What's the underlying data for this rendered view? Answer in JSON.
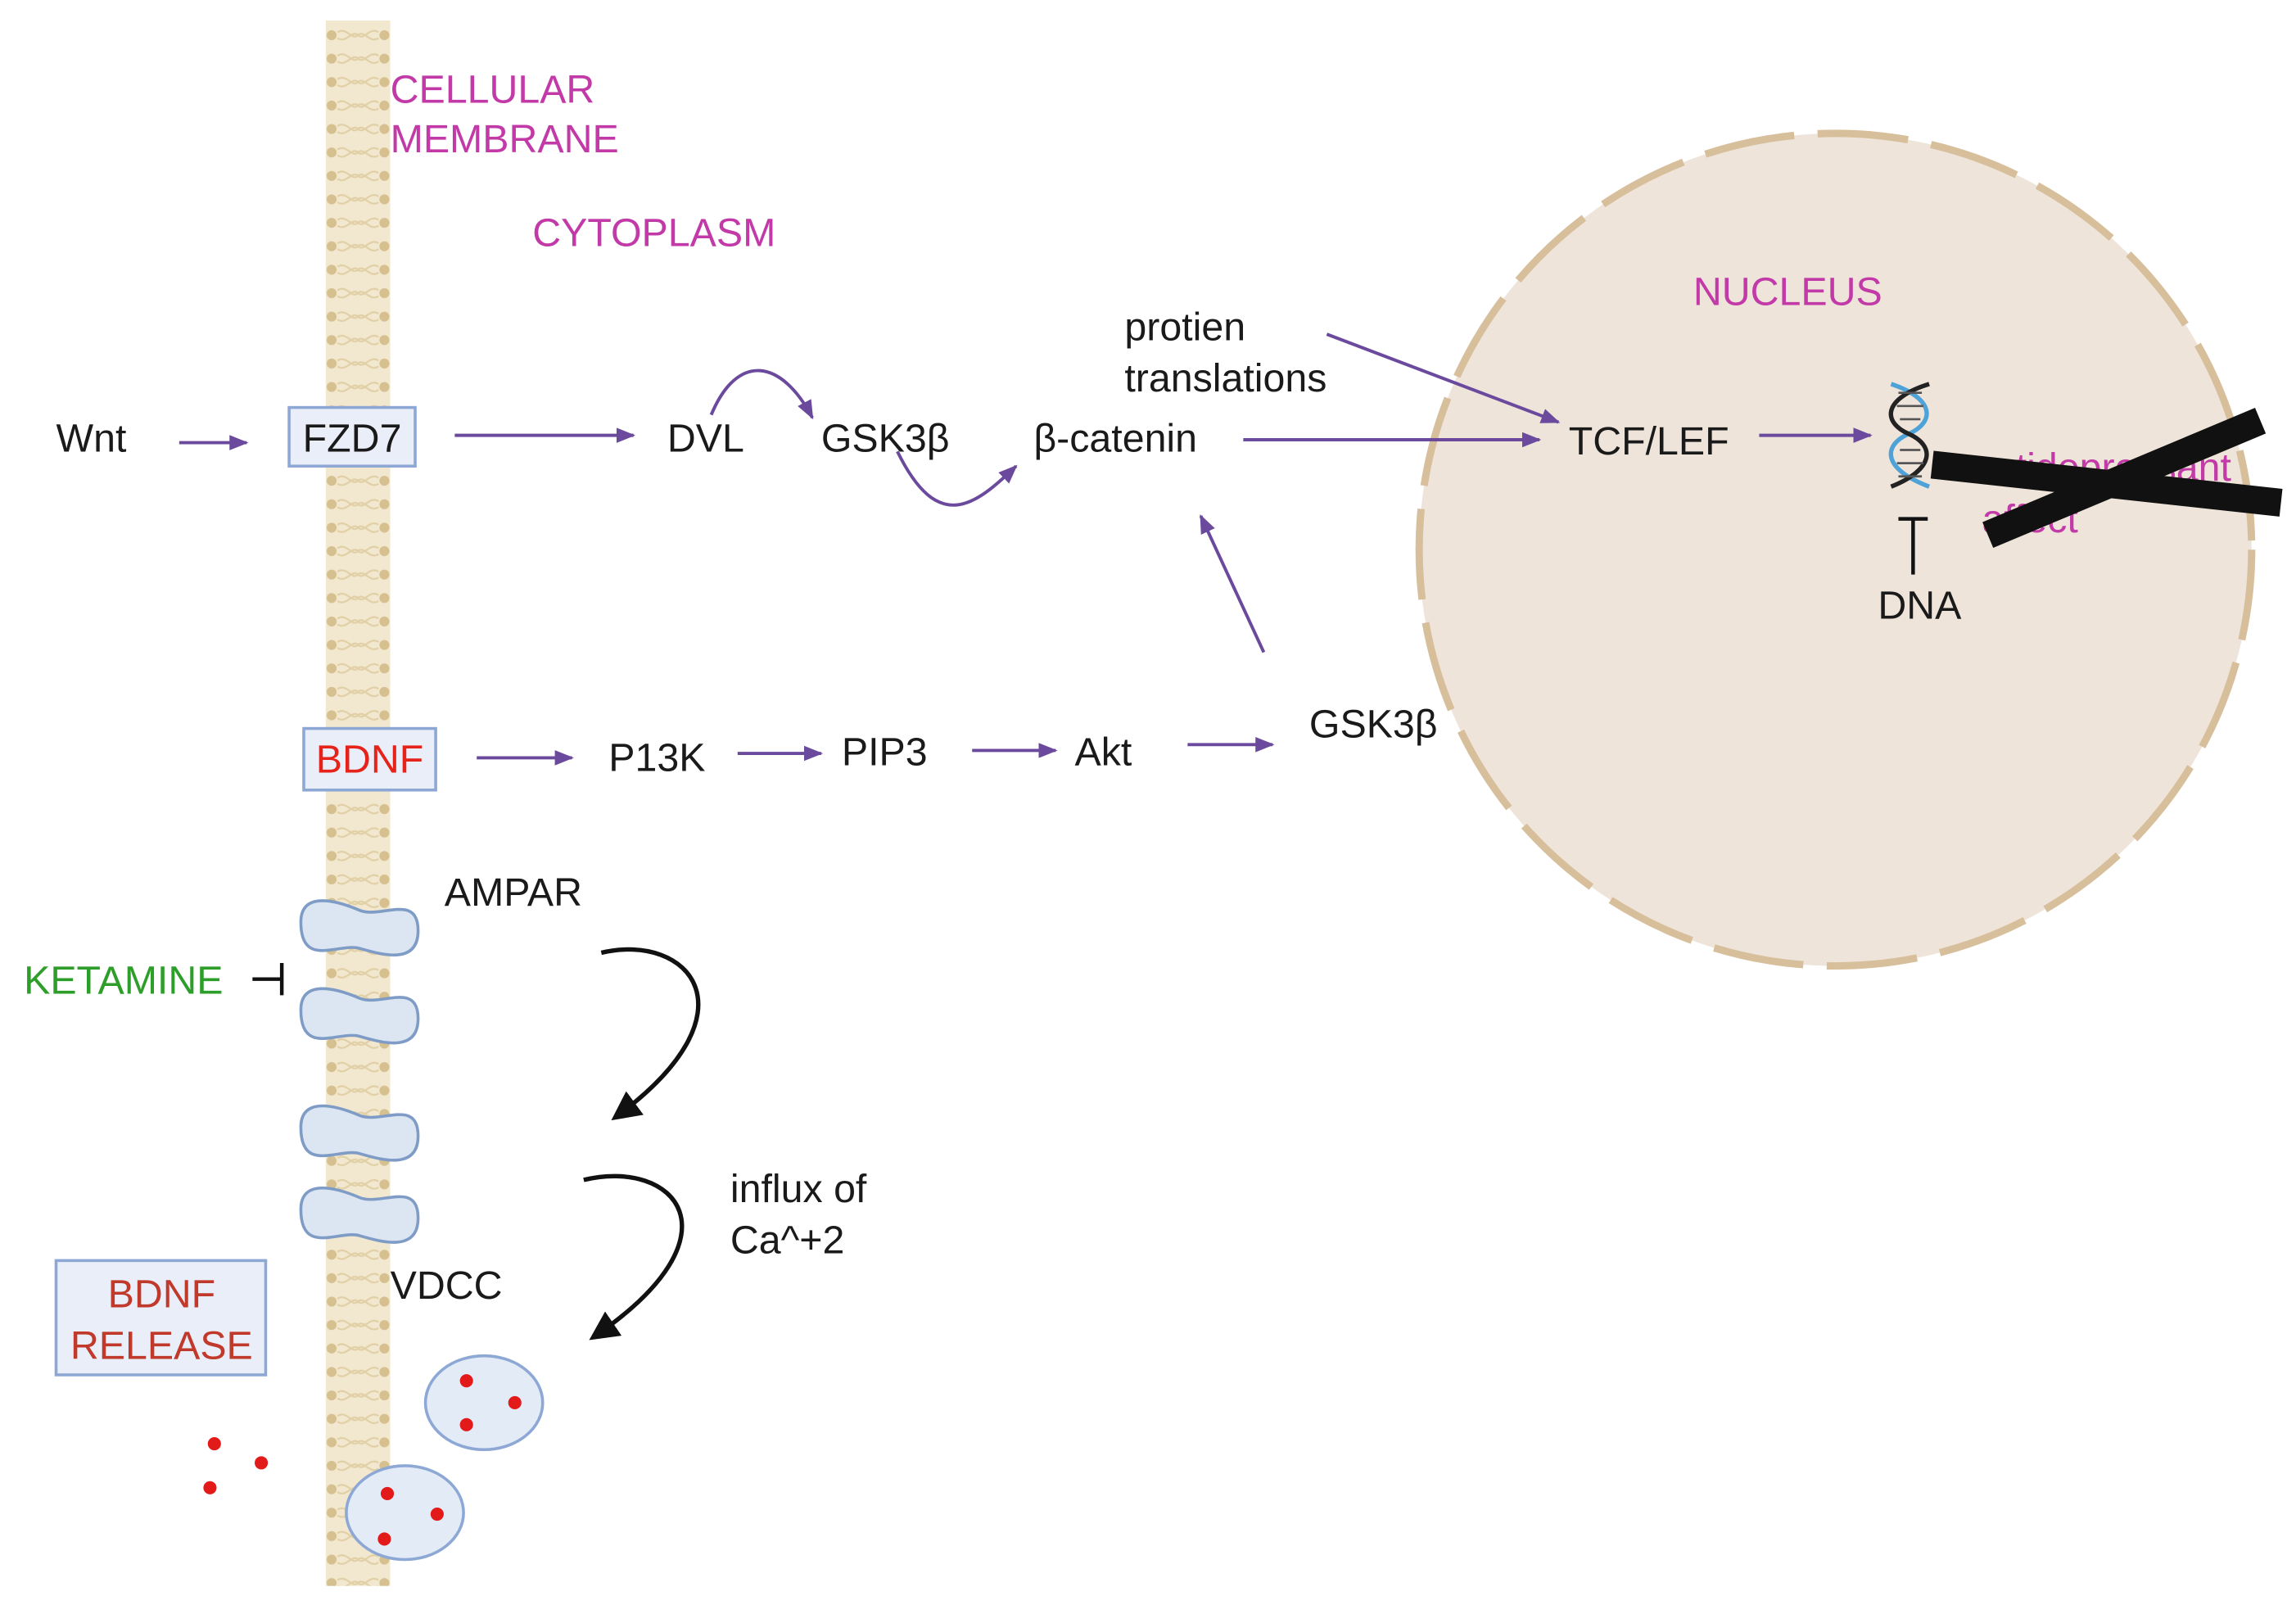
{
  "regions": {
    "membrane_line1": "CELLULAR",
    "membrane_line2": "MEMBRANE",
    "cytoplasm": "CYTOPLASM",
    "nucleus": "NUCLEUS"
  },
  "wnt_pathway": {
    "ligand": "Wnt",
    "receptor": "FZD7",
    "dvl": "DVL",
    "gsk3b": "GSK3β",
    "beta_catenin": "β-catenin",
    "translation_line1": "protien",
    "translation_line2": "translations",
    "tcf_lef": "TCF/LEF"
  },
  "dna": {
    "label": "DNA",
    "icon": "dna-helix-icon",
    "effect_line1": "antidepressant",
    "effect_line2": "affect"
  },
  "bdnf_pathway": {
    "receptor": "BDNF",
    "p13k": "P13K",
    "pip3": "PIP3",
    "akt": "Akt",
    "gsk3b": "GSK3β"
  },
  "ion_channels": {
    "ampar": "AMPAR",
    "inhibitor": "KETAMINE",
    "vdcc": "VDCC",
    "influx_line1": "influx of",
    "influx_line2": "Ca^+2",
    "release_line1": "BDNF",
    "release_line2": "RELEASE"
  },
  "colors": {
    "region": "#c23aa7",
    "arrow": "#6b4a9e",
    "bdnf": "#e5231b",
    "release": "#c0392b",
    "ketamine": "#2e9e2a",
    "nucleus_fill": "#eee4da",
    "nucleus_edge": "#d8bf9c",
    "membrane": "#f2e8cf"
  }
}
